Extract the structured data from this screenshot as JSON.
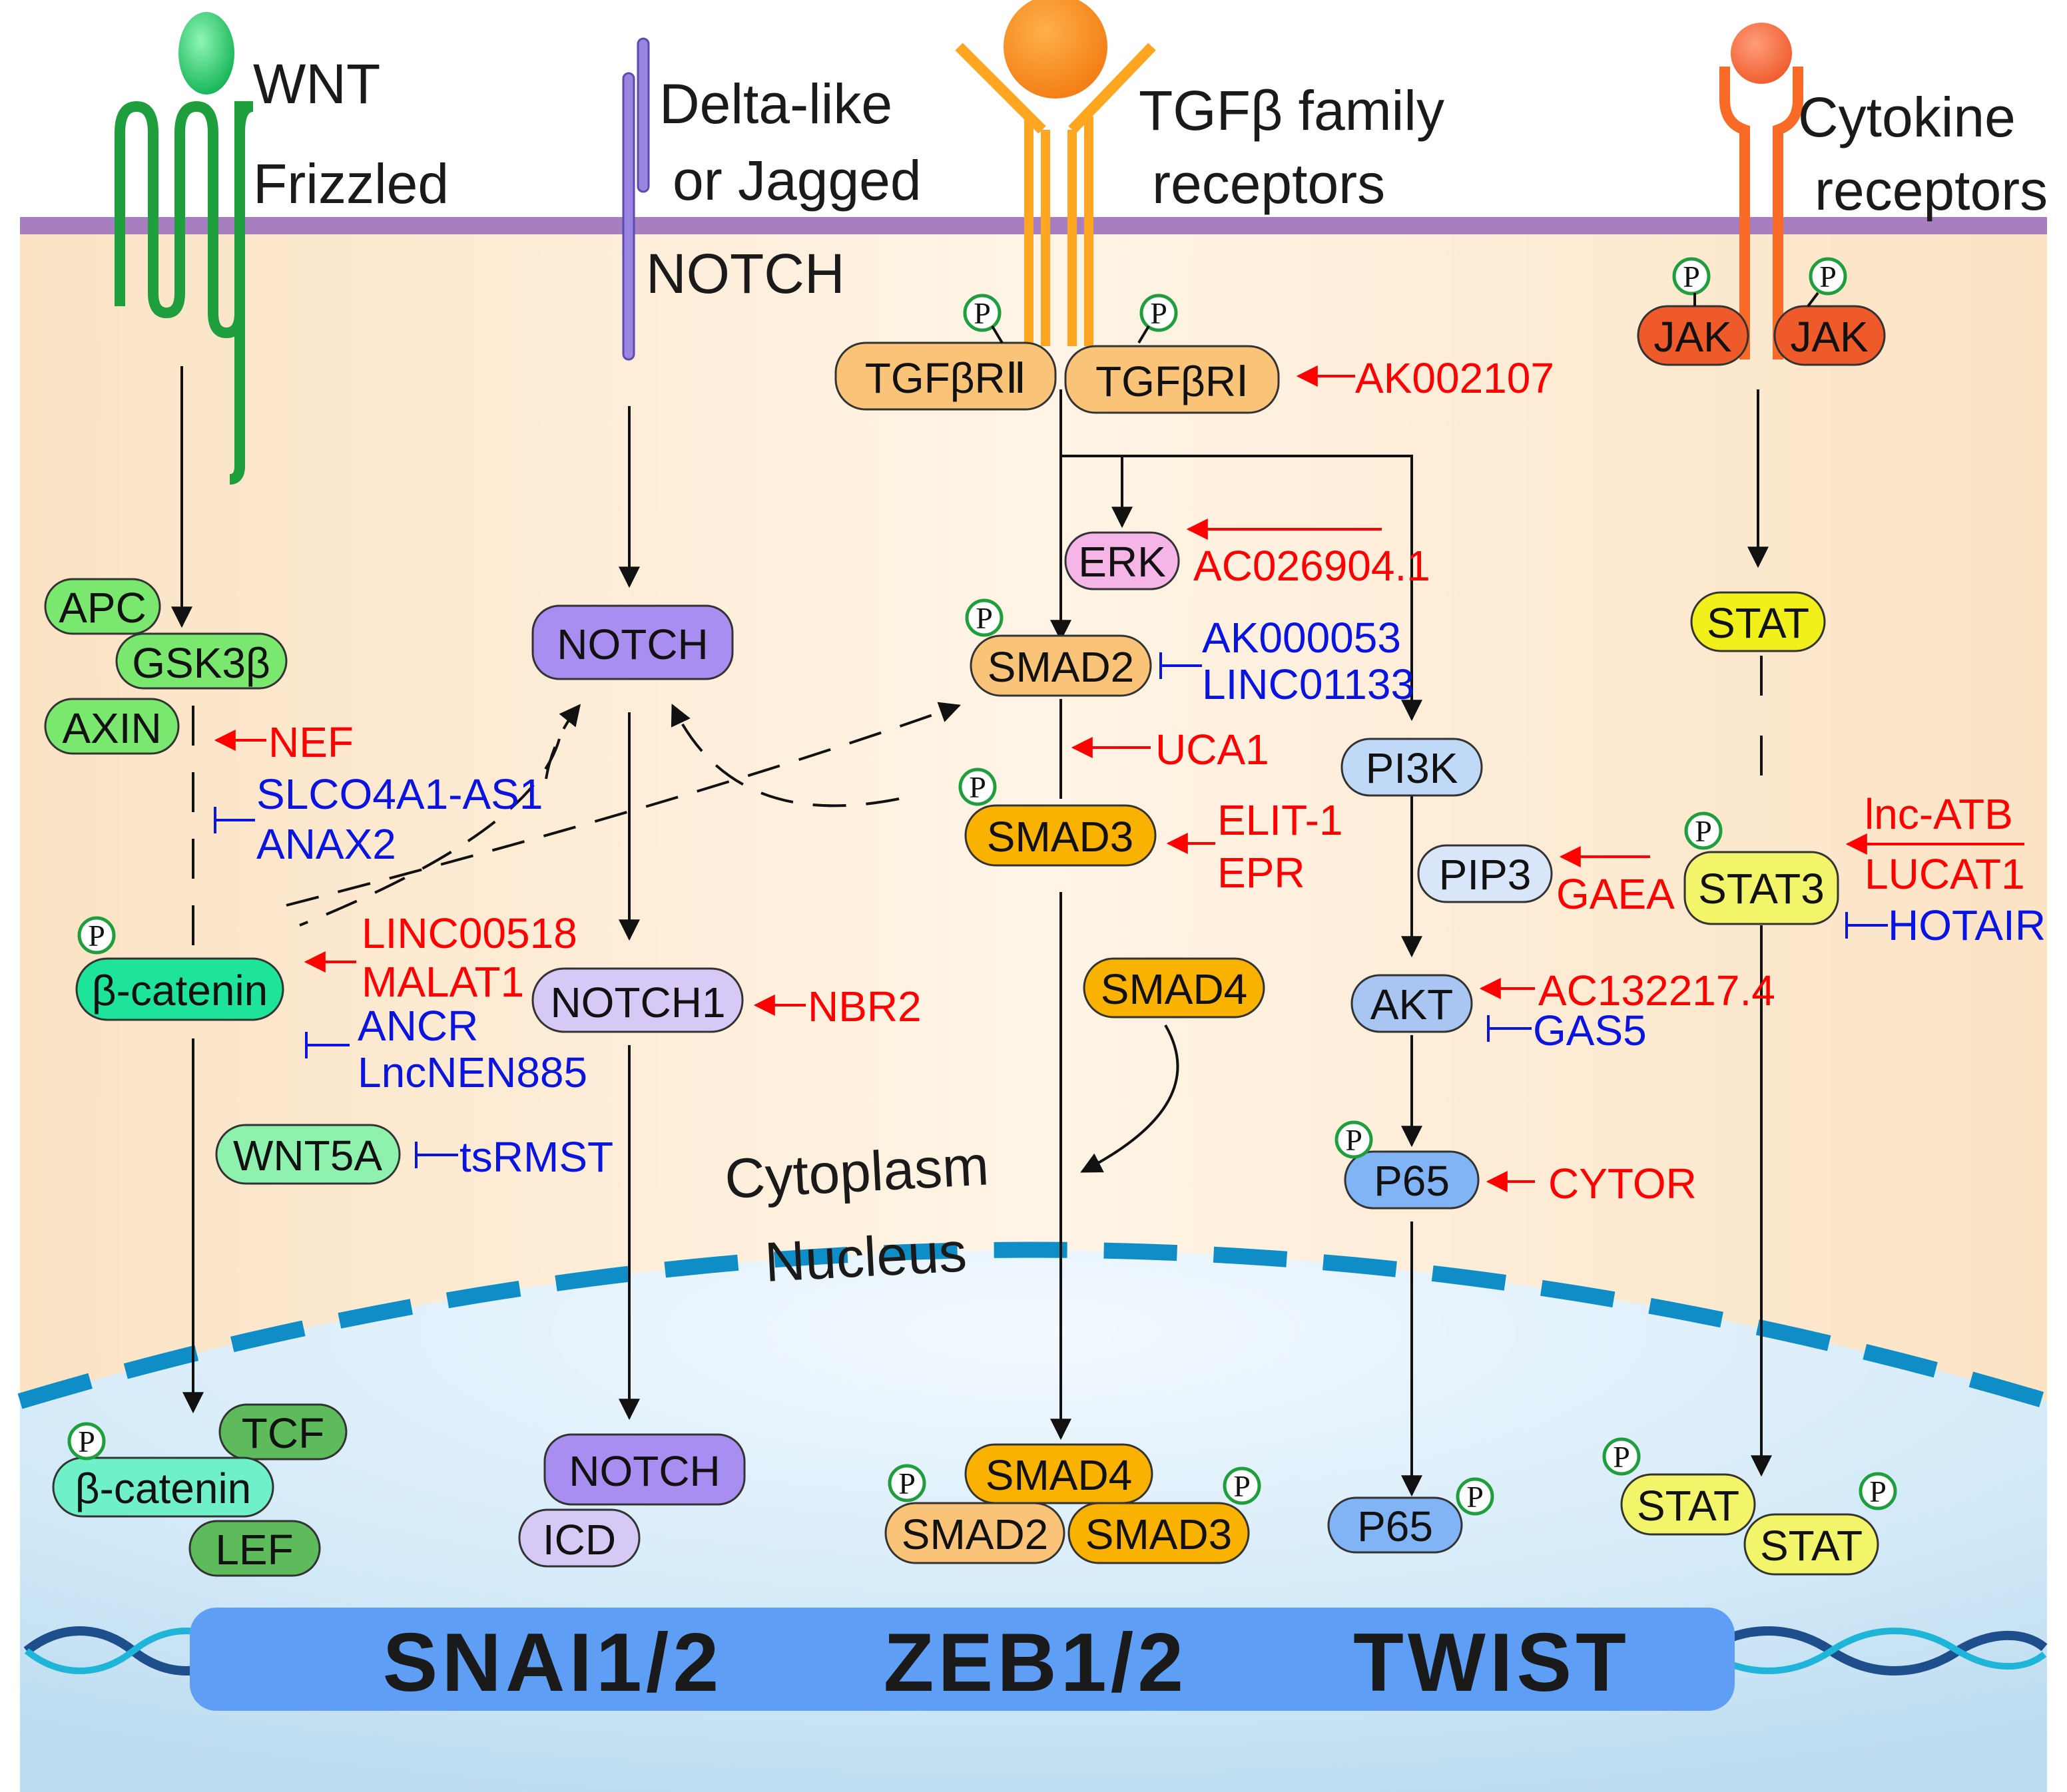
{
  "receptors": {
    "wnt": "WNT",
    "frizzled": "Frizzled",
    "delta1": "Delta-like",
    "delta2": "or Jagged",
    "notch_receptor": "NOTCH",
    "tgfb1": "TGFβ family",
    "tgfb2": "receptors",
    "cyto1": "Cytokine",
    "cyto2": "receptors"
  },
  "compartments": {
    "cytoplasm": "Cytoplasm",
    "nucleus": "Nucleus"
  },
  "phospho": "P",
  "nodes": {
    "apc": "APC",
    "gsk3b": "GSK3β",
    "axin": "AXIN",
    "bcatenin": "β-catenin",
    "wnt5a": "WNT5A",
    "tcf": "TCF",
    "bcatenin_nuc": "β-catenin",
    "lef": "LEF",
    "notch": "NOTCH",
    "notch1": "NOTCH1",
    "notch_nuc": "NOTCH",
    "icd": "ICD",
    "tgfbr2": "TGFβRⅡ",
    "tgfbr1": "TGFβRⅠ",
    "erk": "ERK",
    "smad2": "SMAD2",
    "smad3": "SMAD3",
    "smad4": "SMAD4",
    "smad4_nuc": "SMAD4",
    "smad2_nuc": "SMAD2",
    "smad3_nuc": "SMAD3",
    "pi3k": "PI3K",
    "pip3": "PIP3",
    "akt": "AKT",
    "p65": "P65",
    "p65_nuc": "P65",
    "jak_left": "JAK",
    "jak_right": "JAK",
    "stat": "STAT",
    "stat3": "STAT3",
    "stat_nuc1": "STAT",
    "stat_nuc2": "STAT"
  },
  "lncrnas": {
    "nef": "NEF",
    "slco4a1": "SLCO4A1-AS1",
    "anax2": "ANAX2",
    "linc00518": "LINC00518",
    "malat1": "MALAT1",
    "ancr": "ANCR",
    "lncnen885": "LncNEN885",
    "tsrmst": "tsRMST",
    "nbr2": "NBR2",
    "ak002107": "AK002107",
    "ac026904": "AC026904.1",
    "ak000053": "AK000053",
    "linc01133": "LINC01133",
    "uca1": "UCA1",
    "elit1": "ELIT-1",
    "epr": "EPR",
    "gaea": "GAEA",
    "ac132217": "AC132217.4",
    "gas5": "GAS5",
    "cytor": "CYTOR",
    "lncatb": "lnc-ATB",
    "lucat1": "LUCAT1",
    "hotair": "HOTAIR"
  },
  "transcription_factors": {
    "snai": "SNAI1/2",
    "zeb": "ZEB1/2",
    "twist": "TWIST"
  },
  "colors": {
    "membrane": "#a77fc0",
    "cytoplasm_bg": "#fdebd6",
    "nucleus_bg": "#cfe6f5",
    "nuclear_envelope": "#0f8dc7",
    "wnt_green": "#1f9e3e",
    "notch_purple": "#9a86e0",
    "tgfb_orange": "#ffa620",
    "cytokine_orange": "#f96a26",
    "activator_red": "#ff0000",
    "inhibitor_blue": "#0a14e0",
    "tf_bar": "#5e9ff5"
  }
}
